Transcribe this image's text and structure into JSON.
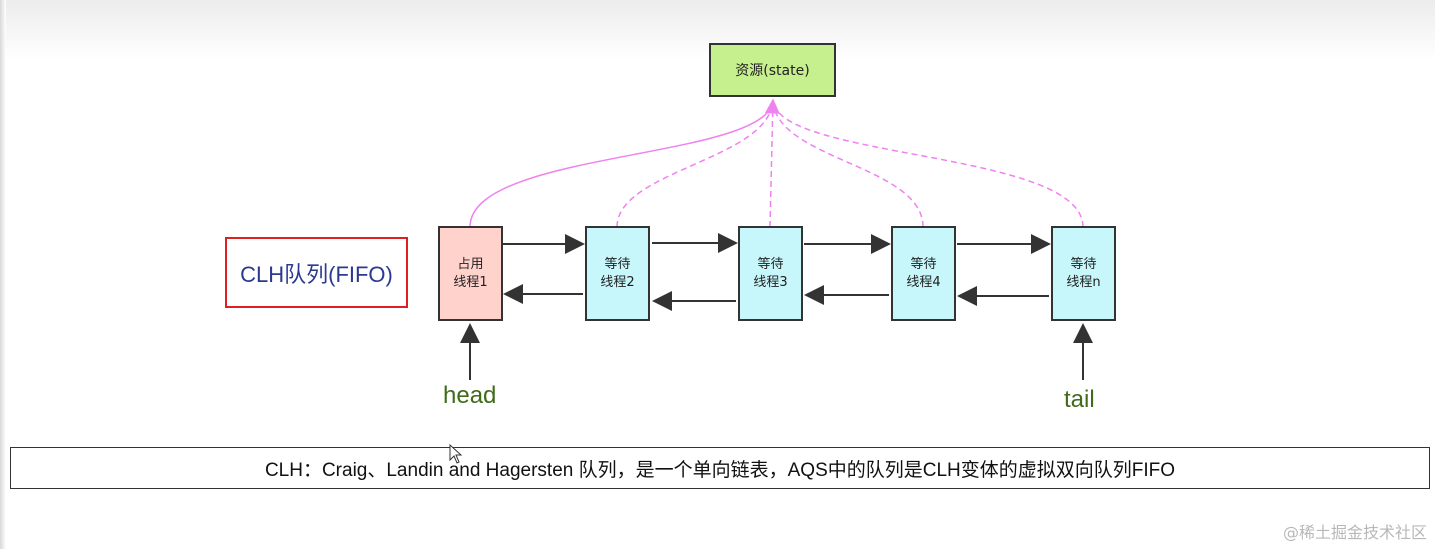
{
  "resource": {
    "label": "资源(state)",
    "color": "#c6ef8e"
  },
  "queue_label": "CLH队列(FIFO)",
  "nodes": [
    {
      "line1": "占用",
      "line2": "线程1",
      "state": "holding"
    },
    {
      "line1": "等待",
      "line2": "线程2",
      "state": "waiting"
    },
    {
      "line1": "等待",
      "line2": "线程3",
      "state": "waiting"
    },
    {
      "line1": "等待",
      "line2": "线程4",
      "state": "waiting"
    },
    {
      "line1": "等待",
      "line2": "线程n",
      "state": "waiting"
    }
  ],
  "pointers": {
    "head": "head",
    "tail": "tail"
  },
  "caption": "CLH：Craig、Landin and Hagersten 队列，是一个单向链表，AQS中的队列是CLH变体的虚拟双向队列FIFO",
  "watermark": "@稀土掘金技术社区",
  "colors": {
    "holding_node": "#ffd2cc",
    "waiting_node": "#c7f6fb",
    "resource_link": "#ee82ee",
    "queue_label_border": "#e02020",
    "pointer_text": "#3f6b1a"
  }
}
